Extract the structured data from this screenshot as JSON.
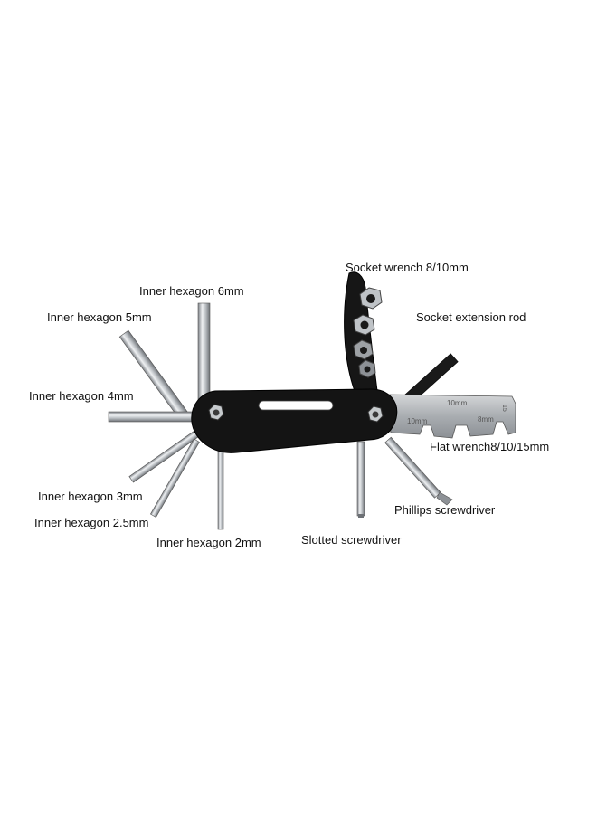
{
  "labels": {
    "hex6": "Inner hexagon 6mm",
    "hex5": "Inner hexagon 5mm",
    "hex4": "Inner hexagon 4mm",
    "hex3": "Inner hexagon 3mm",
    "hex25": "Inner hexagon 2.5mm",
    "hex2": "Inner hexagon 2mm",
    "socket_wrench": "Socket wrench 8/10mm",
    "socket_rod": "Socket extension rod",
    "flat_wrench": "Flat wrench8/10/15mm",
    "phillips": "Phillips screwdriver",
    "slotted": "Slotted screwdriver"
  },
  "wrench_marks": {
    "m1": "10mm",
    "m2": "10mm",
    "m3": "8mm",
    "m4": "15"
  },
  "colors": {
    "body": "#141414",
    "steel": "#b8bcc0",
    "label_text": "#111111"
  }
}
